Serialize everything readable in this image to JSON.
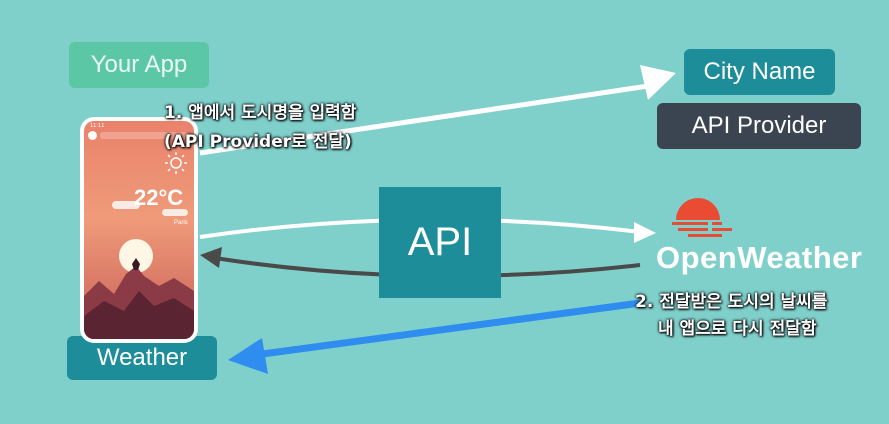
{
  "labels": {
    "your_app": "Your App",
    "city_name": "City Name",
    "api_provider": "API Provider",
    "api": "API",
    "weather": "Weather",
    "openweather": "OpenWeather"
  },
  "captions": {
    "step1_line1": "1. 앱에서 도시명을 입력함",
    "step1_line2": "(API Provider로 전달)",
    "step2_line1": "2. 전달받은 도시의 날씨를",
    "step2_line2": "내 앱으로 다시 전달함"
  },
  "phone": {
    "temperature": "22°C",
    "city": "Paris",
    "status_time": "11:11"
  },
  "colors": {
    "background": "#7fcfcb",
    "your_app_box": "#5cc7a4",
    "teal_box": "#1e8d9a",
    "dark_box": "#3b4552",
    "openweather_logo": "#ea4b33",
    "arrow_blue": "#2f8df0",
    "arrow_dark": "#4a4a4a"
  },
  "icons": [
    "sun-icon",
    "openweather-logo-icon",
    "app-logo-icon"
  ]
}
